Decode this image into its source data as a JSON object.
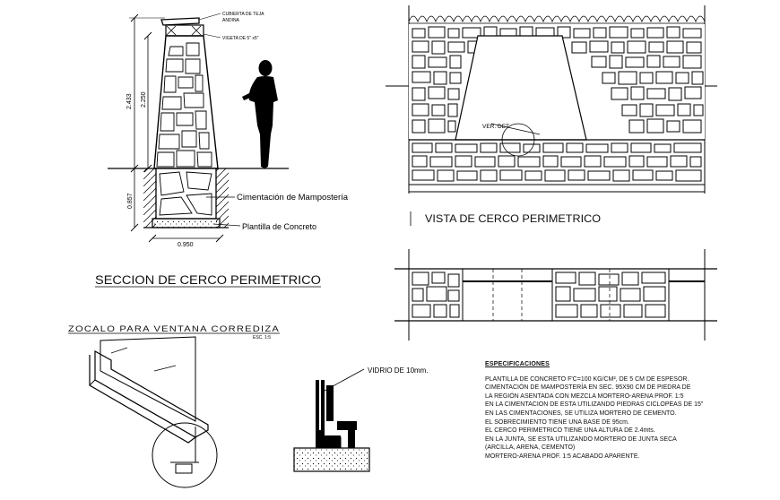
{
  "section": {
    "title": "SECCION DE CERCO PERIMETRICO",
    "callout_top_1": "CUBIERTA DE TEJA",
    "callout_top_2": "ANDINA",
    "callout_beam": "VIGETA DE 5\" x5\"",
    "dim_total_height": "2.433",
    "dim_wall_height": "2.250",
    "dim_foundation_depth": "0.857",
    "dim_foundation_width": "0.950",
    "label_foundation": "Cimentación de Mampostería",
    "label_slab": "Plantilla de Concreto"
  },
  "elevation": {
    "title": "VISTA DE CERCO PERIMETRICO",
    "detail_ref": "VER. DET."
  },
  "zocalo": {
    "title": "ZOCALO PARA VENTANA CORREDIZA",
    "scale": "ESC. 1:5"
  },
  "glass_detail": {
    "label": "VIDRIO DE 10mm."
  },
  "specs": {
    "header": "ESPECIFICACIONES",
    "lines": [
      "PLANTILLA DE CONCRETO F'C=100 KG/CM², DE 5 CM DE ESPESOR.",
      "CIMENTACIÓN DE MAMPOSTERÍA EN SEC. 95X90 CM DE PIEDRA DE",
      "LA REGIÓN ASENTADA CON MEZCLA MORTERO-ARENA PROF. 1:5",
      "EN LA CIMENTACION DE ESTA UTILIZANDO PIEDRAS CICLOPEAS DE 15\"",
      "EN LAS CIMENTACIONES, SE UTILIZA MORTERO DE CEMENTO.",
      "EL SOBRECIMIENTO TIENE UNA BASE DE 95cm.",
      "EL CERCO PERIMETRICO TIENE UNA ALTURA DE 2.4mts.",
      "EN LA JUNTA, SE ESTA UTILIZANDO MORTERO DE JUNTA SECA",
      "(ARCILLA, ARENA, CEMENTO)",
      "MORTERO-ARENA PROF. 1:5 ACABADO APARENTE."
    ]
  }
}
